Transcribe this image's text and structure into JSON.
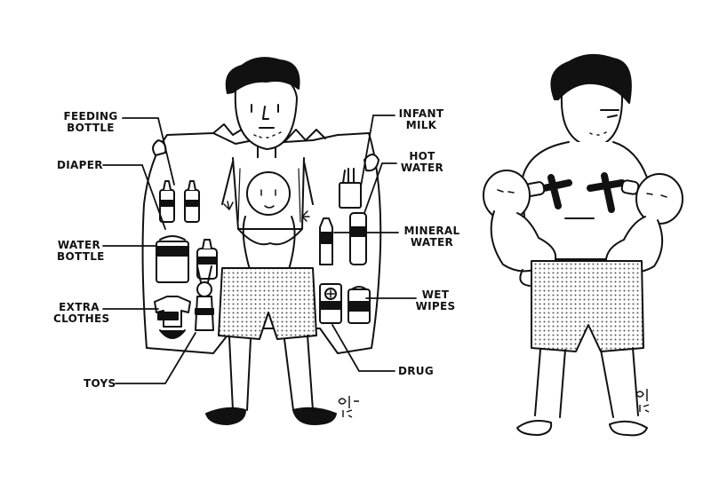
{
  "labels": {
    "feeding_bottle": [
      "FEEDING",
      "BOTTLE"
    ],
    "diaper": [
      "DIAPER"
    ],
    "water_bottle": [
      "WATER",
      "BOTTLE"
    ],
    "extra_clothes": [
      "EXTRA",
      "CLOTHES"
    ],
    "toys": [
      "TOYS"
    ],
    "infant_milk": [
      "INFANT",
      "MILK"
    ],
    "hot_water": [
      "HOT",
      "WATER"
    ],
    "mineral_water": [
      "MINERAL",
      "WATER"
    ],
    "wet_wipes": [
      "WET",
      "WIPES"
    ],
    "drug": [
      "DRUG"
    ]
  },
  "colors": {
    "ink": "#111111",
    "paper": "#ffffff",
    "shorts_dot": "#555555"
  },
  "icons": {
    "drug_box_symbol": "+"
  }
}
